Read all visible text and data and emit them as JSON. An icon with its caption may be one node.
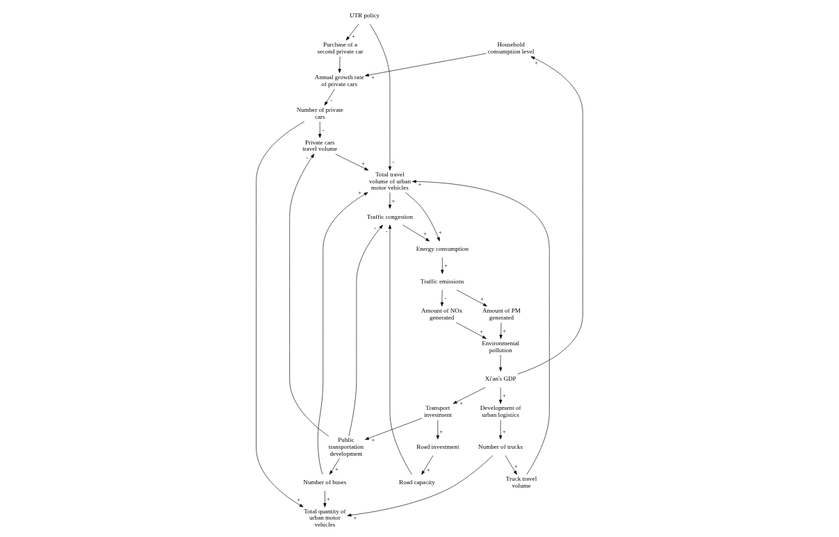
{
  "diagram": {
    "nodes": [
      {
        "text": [
          "Household consumption level"
        ]
      },
      {
        "text": [
          "Xi'an's GDP"
        ]
      },
      {
        "text": [
          "Environmental pollution"
        ]
      },
      {
        "text": [
          "Annual growth rate of private cars"
        ]
      },
      {
        "text": [
          "Purchase of a second private car"
        ]
      },
      {
        "text": [
          "Development of urban logistics"
        ]
      },
      {
        "text": [
          "Number of trucks"
        ]
      },
      {
        "text": [
          "Transport investment"
        ]
      },
      {
        "text": [
          "Total quantity of urban motor vehicles"
        ]
      },
      {
        "text": [
          "Amount of PM generated"
        ]
      },
      {
        "text": [
          "UTR policy"
        ]
      },
      {
        "text": [
          "Number of private cars"
        ]
      },
      {
        "text": [
          "Amount of NOx generated"
        ]
      },
      {
        "text": [
          "Total travel volume of urban motor vehicles"
        ]
      },
      {
        "text": [
          "Truck travel volume"
        ]
      },
      {
        "text": [
          "Road investment"
        ]
      },
      {
        "text": [
          "Private cars travel volume"
        ]
      },
      {
        "text": [
          "Number of buses"
        ]
      },
      {
        "text": [
          "Road capacity"
        ]
      },
      {
        "text": [
          "Traffic emissions"
        ]
      },
      {
        "text": [
          "Public transportation development"
        ]
      },
      {
        "text": [
          "Traffic congestion"
        ]
      },
      {
        "text": [
          "Energy consumption"
        ]
      }
    ],
    "edges": [
      {
        "from": 1,
        "to": 0,
        "arrow": "to",
        "label": "+"
      },
      {
        "from": 2,
        "to": 1,
        "arrow": "to"
      },
      {
        "from": 1,
        "to": 5,
        "arrow": "to",
        "label": "+"
      },
      {
        "from": 1,
        "to": 7,
        "arrow": "to",
        "label": "+"
      },
      {
        "from": 0,
        "to": 3,
        "arrow": "to",
        "label": "+"
      },
      {
        "from": 4,
        "to": 3,
        "arrow": "to"
      },
      {
        "from": 6,
        "to": 8,
        "arrow": "to",
        "label": "+"
      },
      {
        "from": 3,
        "to": 11,
        "arrow": "to",
        "label": "-"
      },
      {
        "from": 11,
        "to": 8,
        "arrow": "to",
        "label": "+"
      },
      {
        "from": 17,
        "to": 8,
        "arrow": "to",
        "label": "+"
      },
      {
        "from": 10,
        "to": 4,
        "arrow": "to",
        "label": "+"
      },
      {
        "from": 10,
        "to": 13,
        "arrow": "to",
        "label": "-"
      },
      {
        "from": 5,
        "to": 6,
        "arrow": "to",
        "label": "+"
      },
      {
        "from": 6,
        "to": 14,
        "arrow": "to",
        "label": "+"
      },
      {
        "from": 14,
        "to": 13,
        "arrow": "to",
        "label": "+"
      },
      {
        "from": 7,
        "to": 15,
        "arrow": "to",
        "label": "+"
      },
      {
        "from": 7,
        "to": 20,
        "arrow": "to",
        "label": "+"
      },
      {
        "from": 15,
        "to": 18,
        "arrow": "to",
        "label": "+"
      },
      {
        "from": 11,
        "to": 16,
        "arrow": "to",
        "label": "-"
      },
      {
        "from": 16,
        "to": 13,
        "arrow": "to",
        "label": "+"
      },
      {
        "from": 17,
        "to": 13,
        "arrow": "to",
        "label": "+"
      },
      {
        "from": 20,
        "to": 17,
        "arrow": "to",
        "label": "+"
      },
      {
        "from": 20,
        "to": 16,
        "arrow": "to",
        "label": "-"
      },
      {
        "from": 20,
        "to": 21,
        "arrow": "to",
        "label": "-"
      },
      {
        "from": 13,
        "to": 21,
        "arrow": "to",
        "label": "+"
      },
      {
        "from": 18,
        "to": 21,
        "arrow": "to",
        "label": "-"
      },
      {
        "from": 13,
        "to": 22,
        "arrow": "to",
        "label": "+"
      },
      {
        "from": 21,
        "to": 22,
        "arrow": "to",
        "label": "+"
      },
      {
        "from": 22,
        "to": 19,
        "arrow": "to",
        "label": "+"
      },
      {
        "from": 19,
        "to": 9,
        "arrow": "to",
        "label": "+"
      },
      {
        "from": 19,
        "to": 12,
        "arrow": "to",
        "label": "-"
      },
      {
        "from": 9,
        "to": 2,
        "arrow": "to",
        "label": "+"
      },
      {
        "from": 12,
        "to": 2,
        "arrow": "to",
        "label": "+"
      }
    ]
  }
}
